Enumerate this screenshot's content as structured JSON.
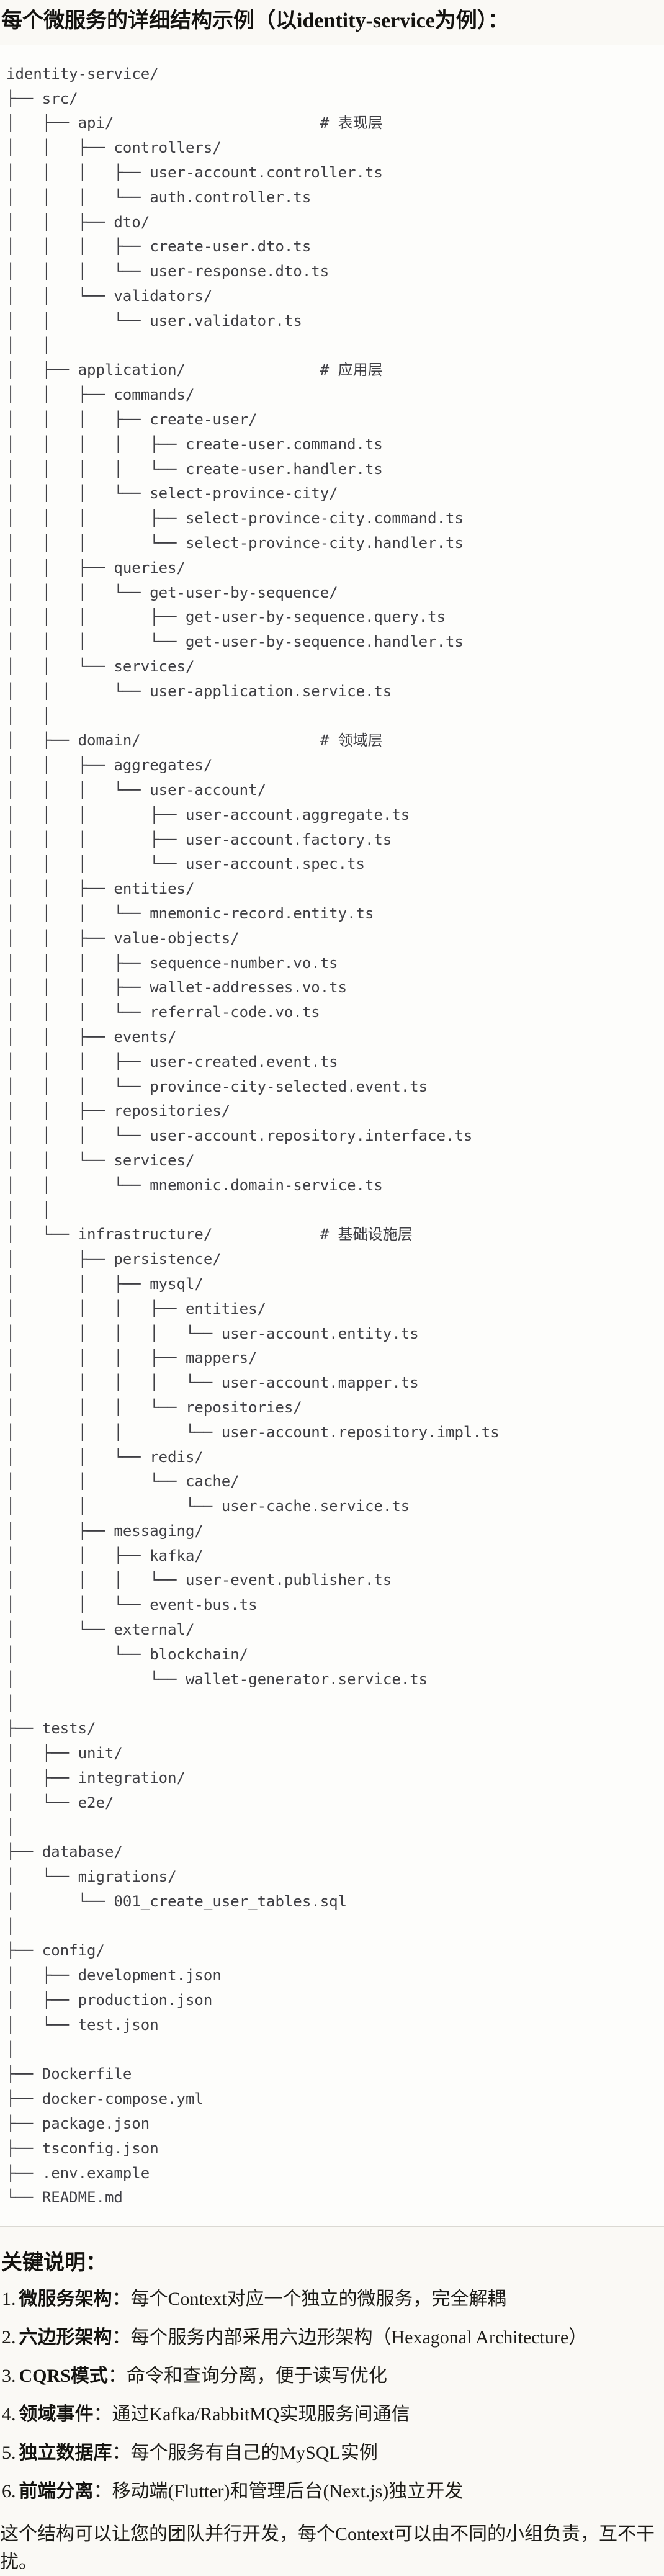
{
  "title": "每个微服务的详细结构示例（以identity-service为例）：",
  "code_block": {
    "language": "plaintext",
    "tree_lines": [
      "identity-service/",
      "├── src/",
      "│   ├── api/                       # 表现层",
      "│   │   ├── controllers/",
      "│   │   │   ├── user-account.controller.ts",
      "│   │   │   └── auth.controller.ts",
      "│   │   ├── dto/",
      "│   │   │   ├── create-user.dto.ts",
      "│   │   │   └── user-response.dto.ts",
      "│   │   └── validators/",
      "│   │       └── user.validator.ts",
      "│   │",
      "│   ├── application/               # 应用层",
      "│   │   ├── commands/",
      "│   │   │   ├── create-user/",
      "│   │   │   │   ├── create-user.command.ts",
      "│   │   │   │   └── create-user.handler.ts",
      "│   │   │   └── select-province-city/",
      "│   │   │       ├── select-province-city.command.ts",
      "│   │   │       └── select-province-city.handler.ts",
      "│   │   ├── queries/",
      "│   │   │   └── get-user-by-sequence/",
      "│   │   │       ├── get-user-by-sequence.query.ts",
      "│   │   │       └── get-user-by-sequence.handler.ts",
      "│   │   └── services/",
      "│   │       └── user-application.service.ts",
      "│   │",
      "│   ├── domain/                    # 领域层",
      "│   │   ├── aggregates/",
      "│   │   │   └── user-account/",
      "│   │   │       ├── user-account.aggregate.ts",
      "│   │   │       ├── user-account.factory.ts",
      "│   │   │       └── user-account.spec.ts",
      "│   │   ├── entities/",
      "│   │   │   └── mnemonic-record.entity.ts",
      "│   │   ├── value-objects/",
      "│   │   │   ├── sequence-number.vo.ts",
      "│   │   │   ├── wallet-addresses.vo.ts",
      "│   │   │   └── referral-code.vo.ts",
      "│   │   ├── events/",
      "│   │   │   ├── user-created.event.ts",
      "│   │   │   └── province-city-selected.event.ts",
      "│   │   ├── repositories/",
      "│   │   │   └── user-account.repository.interface.ts",
      "│   │   └── services/",
      "│   │       └── mnemonic.domain-service.ts",
      "│   │",
      "│   └── infrastructure/            # 基础设施层",
      "│       ├── persistence/",
      "│       │   ├── mysql/",
      "│       │   │   ├── entities/",
      "│       │   │   │   └── user-account.entity.ts",
      "│       │   │   ├── mappers/",
      "│       │   │   │   └── user-account.mapper.ts",
      "│       │   │   └── repositories/",
      "│       │   │       └── user-account.repository.impl.ts",
      "│       │   └── redis/",
      "│       │       └── cache/",
      "│       │           └── user-cache.service.ts",
      "│       ├── messaging/",
      "│       │   ├── kafka/",
      "│       │   │   └── user-event.publisher.ts",
      "│       │   └── event-bus.ts",
      "│       └── external/",
      "│           └── blockchain/",
      "│               └── wallet-generator.service.ts",
      "│",
      "├── tests/",
      "│   ├── unit/",
      "│   ├── integration/",
      "│   └── e2e/",
      "│",
      "├── database/",
      "│   └── migrations/",
      "│       └── 001_create_user_tables.sql",
      "│",
      "├── config/",
      "│   ├── development.json",
      "│   ├── production.json",
      "│   └── test.json",
      "│",
      "├── Dockerfile",
      "├── docker-compose.yml",
      "├── package.json",
      "├── tsconfig.json",
      "├── .env.example",
      "└── README.md"
    ]
  },
  "notes": {
    "heading": "关键说明：",
    "items": [
      {
        "num": "1.",
        "term": "微服务架构",
        "sep": "：",
        "text": "每个Context对应一个独立的微服务，完全解耦"
      },
      {
        "num": "2.",
        "term": "六边形架构",
        "sep": "：",
        "text": "每个服务内部采用六边形架构（Hexagonal Architecture）"
      },
      {
        "num": "3.",
        "term": "CQRS模式",
        "sep": "：",
        "text": "命令和查询分离，便于读写优化"
      },
      {
        "num": "4.",
        "term": "领域事件",
        "sep": "：",
        "text": "通过Kafka/RabbitMQ实现服务间通信"
      },
      {
        "num": "5.",
        "term": "独立数据库",
        "sep": "：",
        "text": "每个服务有自己的MySQL实例"
      },
      {
        "num": "6.",
        "term": "前端分离",
        "sep": "：",
        "text": "移动端(Flutter)和管理后台(Next.js)独立开发"
      }
    ]
  },
  "closing": "这个结构可以让您的团队并行开发，每个Context可以由不同的小组负责，互不干扰。",
  "colors": {
    "page_background": "#FAF9F5",
    "code_background": "#FDFDFB",
    "code_border": "#DBD9D3",
    "code_text": "#3F3F44",
    "heading_text": "#141310",
    "body_text": "#1E1D19"
  }
}
